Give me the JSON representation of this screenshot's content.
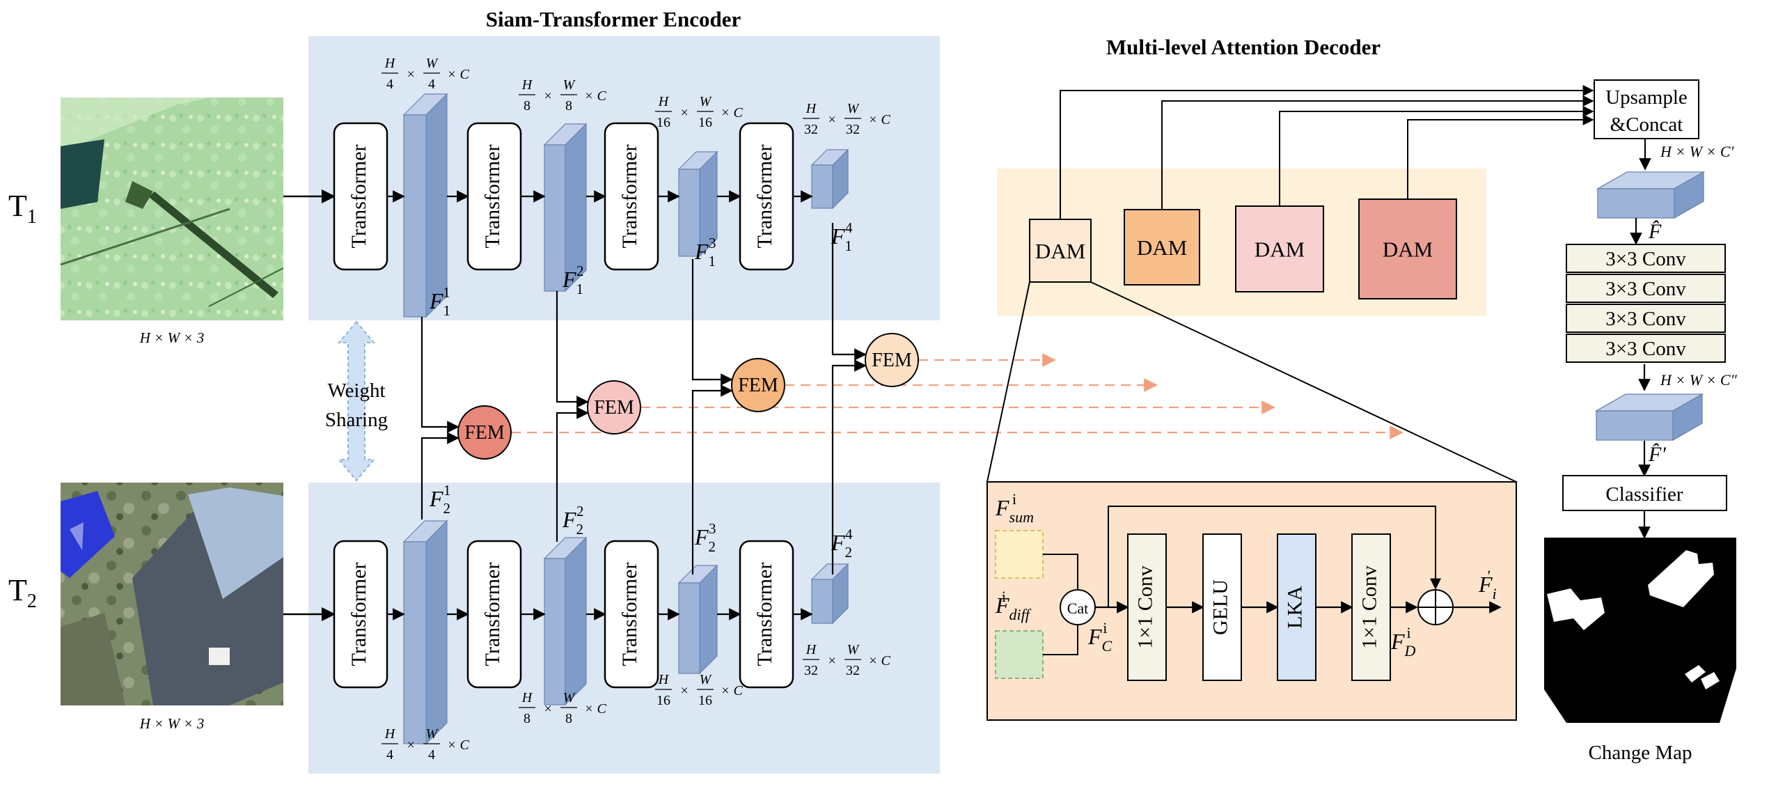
{
  "titles": {
    "encoder": "Siam-Transformer Encoder",
    "decoder": "Multi-level Attention Decoder"
  },
  "inputs": {
    "t1": "T",
    "t1_sub": "1",
    "t2": "T",
    "t2_sub": "2",
    "size_label": "H × W × 3"
  },
  "encoder": {
    "transformer_label": "Transformer",
    "weight_sharing": [
      "Weight",
      "Sharing"
    ],
    "dims": {
      "stage1": {
        "num1": "H",
        "den1": "4",
        "num2": "W",
        "den2": "4",
        "tail": "× C"
      },
      "stage2": {
        "num1": "H",
        "den1": "8",
        "num2": "W",
        "den2": "8",
        "tail": "× C"
      },
      "stage3": {
        "num1": "H",
        "den1": "16",
        "num2": "W",
        "den2": "16",
        "tail": "× C"
      },
      "stage4": {
        "num1": "H",
        "den1": "32",
        "num2": "W",
        "den2": "32",
        "tail": "× C"
      }
    },
    "features_top": [
      {
        "base": "F",
        "sub": "1",
        "sup": "1"
      },
      {
        "base": "F",
        "sub": "1",
        "sup": "2"
      },
      {
        "base": "F",
        "sub": "1",
        "sup": "3"
      },
      {
        "base": "F",
        "sub": "1",
        "sup": "4"
      }
    ],
    "features_bottom": [
      {
        "base": "F",
        "sub": "2",
        "sup": "1"
      },
      {
        "base": "F",
        "sub": "2",
        "sup": "2"
      },
      {
        "base": "F",
        "sub": "2",
        "sup": "3"
      },
      {
        "base": "F",
        "sub": "2",
        "sup": "4"
      }
    ]
  },
  "fem": {
    "label": "FEM",
    "colors": [
      "#e8887a",
      "#f6c5c2",
      "#f6b67f",
      "#fbe0c3"
    ]
  },
  "decoder": {
    "dam_label": "DAM",
    "dam_colors": [
      "#fde9d4",
      "#f8be8a",
      "#f8d0d0",
      "#eba095"
    ],
    "upsample_lines": [
      "Upsample",
      "&Concat"
    ],
    "dim1": "H × W × C′",
    "dim2": "H × W × C″",
    "f_hat": "F̂",
    "f_hat_prime": "F̂′",
    "conv_label": "3×3 Conv",
    "conv_count": 4,
    "classifier": "Classifier",
    "change_map": "Change Map"
  },
  "dam_detail": {
    "f_sum": {
      "base": "F",
      "sub": "sum",
      "sup": "i"
    },
    "f_diff": {
      "base": "F",
      "sub": "diff",
      "sup": "i"
    },
    "cat": "Cat",
    "f_c": {
      "base": "F",
      "sub": "C",
      "sup": "i"
    },
    "conv1": "1×1 Conv",
    "gelu": "GELU",
    "lka": "LKA",
    "conv2": "1×1 Conv",
    "f_d": {
      "base": "F",
      "sub": "D",
      "sup": "i"
    },
    "f_out": {
      "base": "F",
      "sub": "i",
      "sup": "′"
    }
  },
  "colors": {
    "panel_blue": "#dce7f4",
    "block_front": "#9db4d8",
    "block_top": "#c3d2ea",
    "block_side": "#7f9cc8",
    "decoder_bg": "#fef0d9",
    "detail_bg": "#fde3cb",
    "dashed_orange": "#f2a080",
    "weight_arrow": "#cfe0f5",
    "lka_fill": "#d6e4f6",
    "conv_fill": "#f5f3e6"
  }
}
